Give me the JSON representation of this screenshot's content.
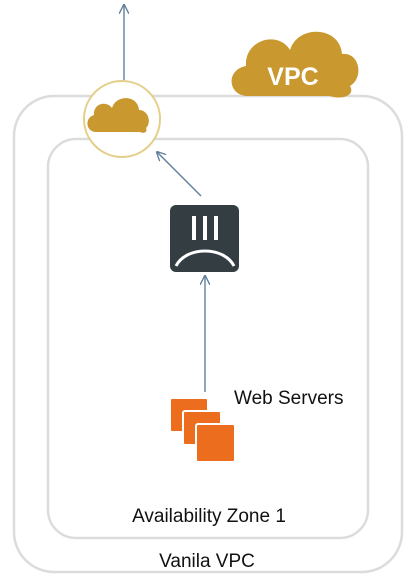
{
  "diagram": {
    "vpc_badge": {
      "label": "VPC",
      "color": "#c9982e"
    },
    "outer_container": {
      "label": "Vanila VPC"
    },
    "inner_container": {
      "label": "Availability Zone 1"
    },
    "internet_gateway": {
      "icon": "cloud-icon",
      "color": "#c9982e",
      "ring_color": "#e3cf8a"
    },
    "firewall": {
      "icon": "firewall-appliance-icon",
      "color": "#333d42"
    },
    "web_servers": {
      "label": "Web Servers",
      "icon": "server-stack-icon",
      "color": "#ec6d1e"
    },
    "arrow_color": "#607f9b",
    "container_border_color": "#dcdcdc"
  }
}
